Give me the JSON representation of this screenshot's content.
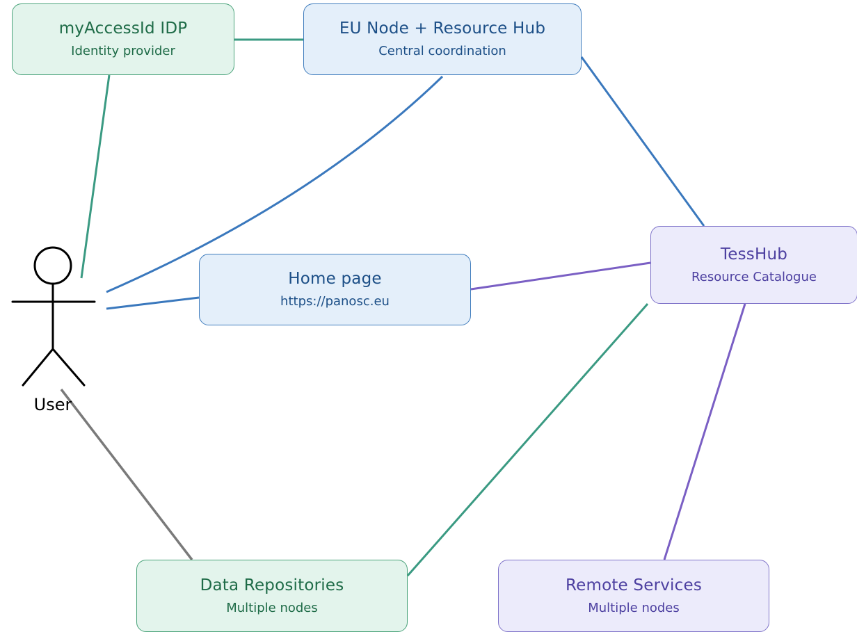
{
  "colors": {
    "teal_edge": "#3a9a82",
    "blue_edge": "#3a78bd",
    "purple_edge": "#7a5fc4",
    "gray_edge": "#7a7a7a"
  },
  "nodes": {
    "idp": {
      "title": "myAccessId IDP",
      "subtitle": "Identity provider"
    },
    "eu": {
      "title": "EU Node + Resource Hub",
      "subtitle": "Central coordination"
    },
    "home": {
      "title": "Home page",
      "subtitle": "https://panosc.eu"
    },
    "tess": {
      "title": "TessHub",
      "subtitle": "Resource Catalogue"
    },
    "data": {
      "title": "Data Repositories",
      "subtitle": "Multiple nodes"
    },
    "remote": {
      "title": "Remote Services",
      "subtitle": "Multiple nodes"
    }
  },
  "actor": {
    "label": "User",
    "icon": "stick-figure-icon"
  },
  "edges": [
    {
      "from": "user",
      "to": "idp",
      "color": "teal"
    },
    {
      "from": "idp",
      "to": "eu",
      "color": "teal"
    },
    {
      "from": "user",
      "to": "eu",
      "color": "blue"
    },
    {
      "from": "user",
      "to": "home",
      "color": "blue"
    },
    {
      "from": "eu",
      "to": "tess",
      "color": "blue"
    },
    {
      "from": "home",
      "to": "tess",
      "color": "purple"
    },
    {
      "from": "tess",
      "to": "data",
      "color": "teal"
    },
    {
      "from": "tess",
      "to": "remote",
      "color": "purple"
    },
    {
      "from": "user",
      "to": "data",
      "color": "gray"
    }
  ]
}
